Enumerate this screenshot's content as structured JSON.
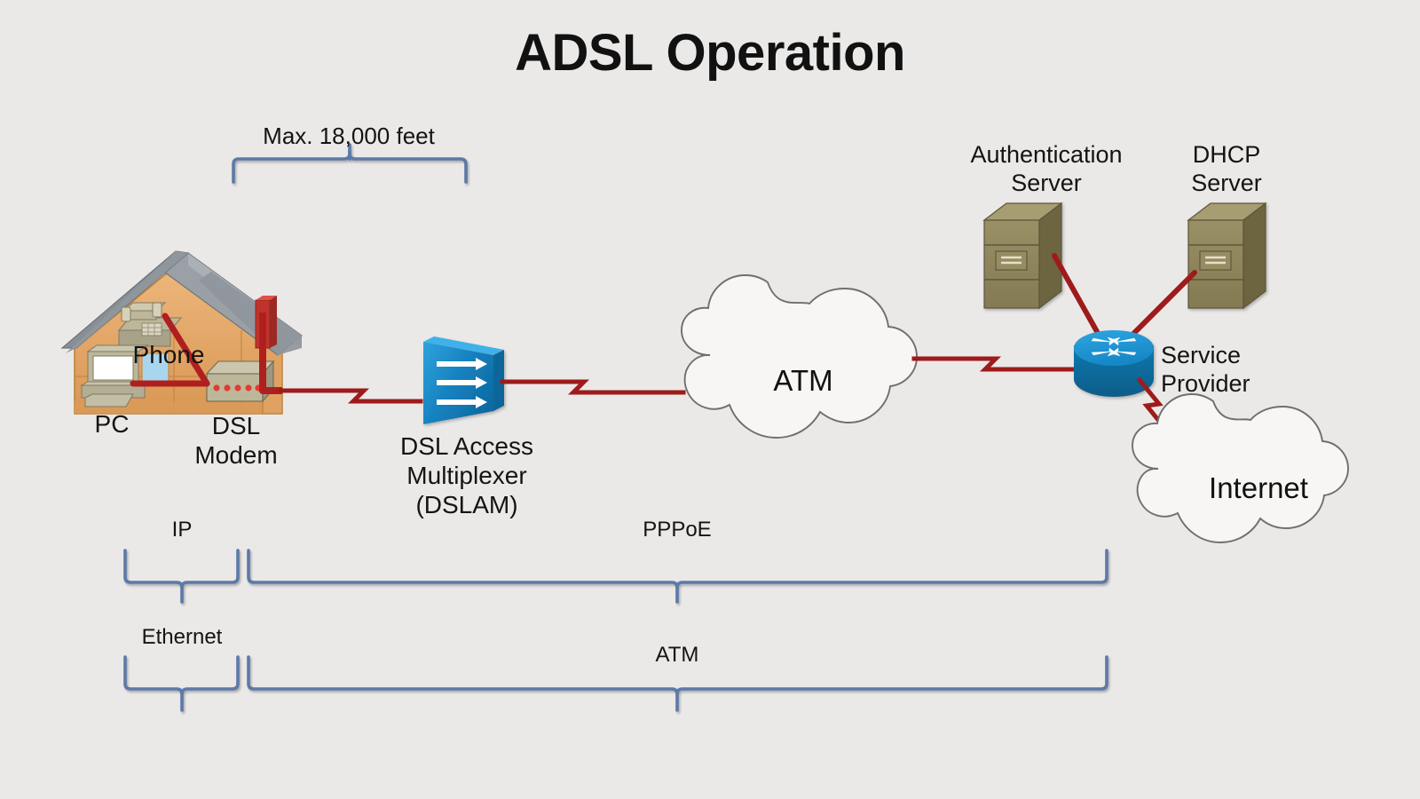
{
  "diagram": {
    "title": "ADSL Operation",
    "background_color": "#ebe9e8",
    "link_color": "#9e1b1b",
    "bracket_color": "#5b7aa8",
    "type": "network-topology"
  },
  "measurement": {
    "label": "Max. 18,000 feet"
  },
  "home": {
    "phone_label": "Phone",
    "pc_label": "PC",
    "modem_label": "DSL\nModem",
    "house_body_color": "#e8a868",
    "roof_color": "#8f9499",
    "chimney_color": "#c0332c"
  },
  "nodes": [
    {
      "id": "dslam",
      "label": "DSL Access\nMultiplexer\n(DSLAM)",
      "kind": "multiplexer",
      "color": "#1b86c8"
    },
    {
      "id": "atm-cloud",
      "label": "ATM",
      "kind": "cloud",
      "color": "#f7f6f5"
    },
    {
      "id": "auth-server",
      "label": "Authentication\nServer",
      "kind": "server",
      "color": "#8c8257"
    },
    {
      "id": "dhcp-server",
      "label": "DHCP\nServer",
      "kind": "server",
      "color": "#8c8257"
    },
    {
      "id": "service-provider-router",
      "label": "Service\nProvider",
      "kind": "router",
      "color": "#1b86c8"
    },
    {
      "id": "internet-cloud",
      "label": "Internet",
      "kind": "cloud",
      "color": "#f7f6f5"
    }
  ],
  "protocol_brackets": {
    "row1": [
      {
        "id": "ip",
        "label": "IP"
      },
      {
        "id": "pppoe",
        "label": "PPPoE"
      }
    ],
    "row2": [
      {
        "id": "ethernet",
        "label": "Ethernet"
      },
      {
        "id": "atm",
        "label": "ATM"
      }
    ]
  }
}
